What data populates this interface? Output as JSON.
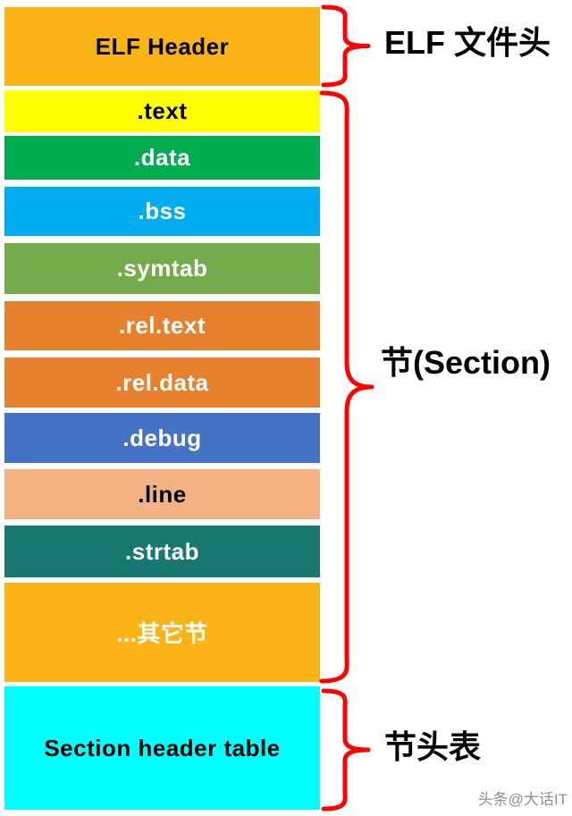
{
  "diagram": {
    "title_meaning": "ELF file layout",
    "blocks": [
      {
        "label": "ELF Header",
        "bg": "#FBB315",
        "fg": "#000000"
      },
      {
        "label": ".text",
        "bg": "#FFFF00",
        "fg": "#000000"
      },
      {
        "label": ".data",
        "bg": "#00AC50",
        "fg": "#FFFFFF"
      },
      {
        "label": ".bss",
        "bg": "#00AEEF",
        "fg": "#FFFFFF"
      },
      {
        "label": ".symtab",
        "bg": "#74AB4B",
        "fg": "#FFFFFF"
      },
      {
        "label": ".rel.text",
        "bg": "#E8812D",
        "fg": "#FFFFFF"
      },
      {
        "label": ".rel.data",
        "bg": "#E8812D",
        "fg": "#FFFFFF"
      },
      {
        "label": ".debug",
        "bg": "#4472C4",
        "fg": "#FFFFFF"
      },
      {
        "label": ".line",
        "bg": "#F4B183",
        "fg": "#000000"
      },
      {
        "label": ".strtab",
        "bg": "#16786E",
        "fg": "#FFFFFF"
      },
      {
        "label": "...其它节",
        "bg": "#FBB315",
        "fg": "#FFFFFF"
      },
      {
        "label": "Section header table",
        "bg": "#00FFFF",
        "fg": "#000000"
      }
    ],
    "annotations": {
      "elf_header": "ELF 文件头",
      "sections": "节(Section)",
      "section_header_table": "节头表"
    },
    "brace_color": "#FF0000",
    "watermark": "头条@大话IT"
  }
}
